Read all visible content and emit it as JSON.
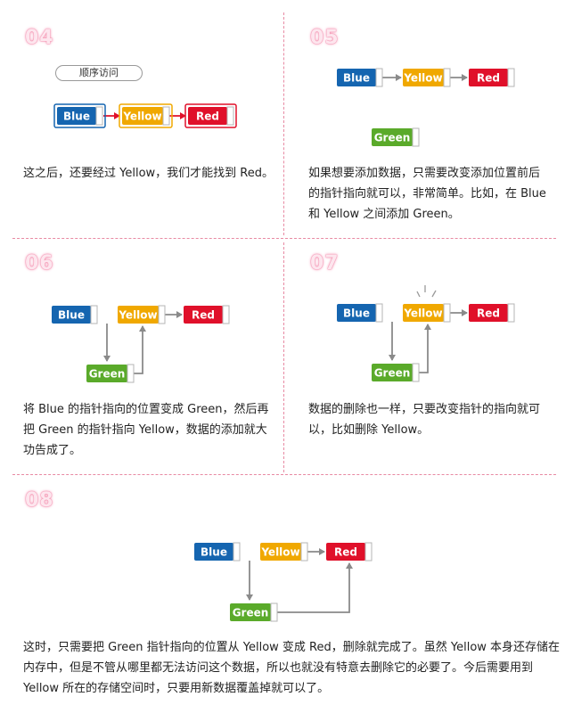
{
  "panels": {
    "p04": {
      "step": "04",
      "caption": "顺序访问",
      "text": "这之后，还要经过 Yellow，我们才能找到 Red。"
    },
    "p05": {
      "step": "05",
      "text1": "如果想要添加数据，只需要改变添加位置前后",
      "text2": "的指针指向就可以，非常简单。比如，在 Blue",
      "text3": "和 Yellow 之间添加 Green。"
    },
    "p06": {
      "step": "06",
      "text1": "将 Blue 的指针指向的位置变成 Green，然后再",
      "text2": "把 Green 的指针指向 Yellow，数据的添加就大",
      "text3": "功告成了。"
    },
    "p07": {
      "step": "07",
      "text1": "数据的删除也一样，只要改变指针的指向就可",
      "text2": "以，比如删除 Yellow。"
    },
    "p08": {
      "step": "08",
      "text1": "这时，只需要把 Green 指针指向的位置从 Yellow 变成 Red，删除就完成了。虽然 Yellow 本身还存储在",
      "text2": "内存中，但是不管从哪里都无法访问这个数据，所以也就没有特意去删除它的必要了。今后需要用到",
      "text3": "Yellow 所在的存储空间时，只要用新数据覆盖掉就可以了。"
    }
  },
  "nodes": {
    "blue": "Blue",
    "yellow": "Yellow",
    "red": "Red",
    "green": "Green"
  },
  "colors": {
    "blue": "#1565b0",
    "yellow": "#f0a800",
    "red": "#e0102a",
    "green": "#5aaa2a",
    "arrow_gray": "#8a8a8a",
    "arrow_red": "#e0102a",
    "divider": "#e88aa3"
  }
}
